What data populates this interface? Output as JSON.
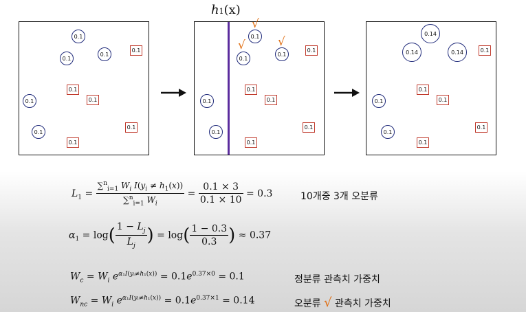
{
  "diagram": {
    "h_label": "h",
    "h_sub": "1",
    "h_arg": "(x)",
    "panel1": {
      "circles": [
        "0.1",
        "0.1",
        "0.1",
        "0.1",
        "0.1"
      ],
      "squares": [
        "0.1",
        "0.1",
        "0.1",
        "0.1",
        "0.1"
      ]
    },
    "panel2": {
      "circles": [
        "0.1",
        "0.1",
        "0.1",
        "0.1",
        "0.1"
      ],
      "squares": [
        "0.1",
        "0.1",
        "0.1",
        "0.1",
        "0.1"
      ],
      "check_mark": "√",
      "divider_color": "#5b2d9e"
    },
    "panel3": {
      "circles": [
        "0.14",
        "0.14",
        "0.14",
        "0.1",
        "0.1"
      ],
      "squares": [
        "0.1",
        "0.1",
        "0.1",
        "0.1",
        "0.1"
      ]
    }
  },
  "formulas": {
    "L1": {
      "lhs": "L",
      "lhs_sub": "1",
      "rhs": "= 0.3",
      "num_val": "0.1 × 3",
      "den_val": "0.1 × 10",
      "note": "10개중 3개 오분류"
    },
    "alpha": {
      "lhs": "α",
      "lhs_sub": "1",
      "log": "log",
      "one_minus": "1 − ",
      "Lj": "L",
      "j": "j",
      "num_val": "1 − 0.3",
      "den_val": "0.3",
      "result": "≈ 0.37"
    },
    "Wc": {
      "W": "W",
      "sub": "c",
      "wi_sub": "i",
      "eq_mid": "= 0.1",
      "e": "e",
      "exp_val": "0.37×0",
      "result": "= 0.1",
      "note": "정분류 관측치 가중치"
    },
    "Wnc": {
      "W": "W",
      "sub": "nc",
      "wi_sub": "i",
      "eq_mid": "= 0.1",
      "e": "e",
      "exp_val": "0.37×1",
      "result": "= 0.14",
      "note_a": "오분류",
      "check": "√",
      "note_b": "관측치 가중치"
    }
  }
}
